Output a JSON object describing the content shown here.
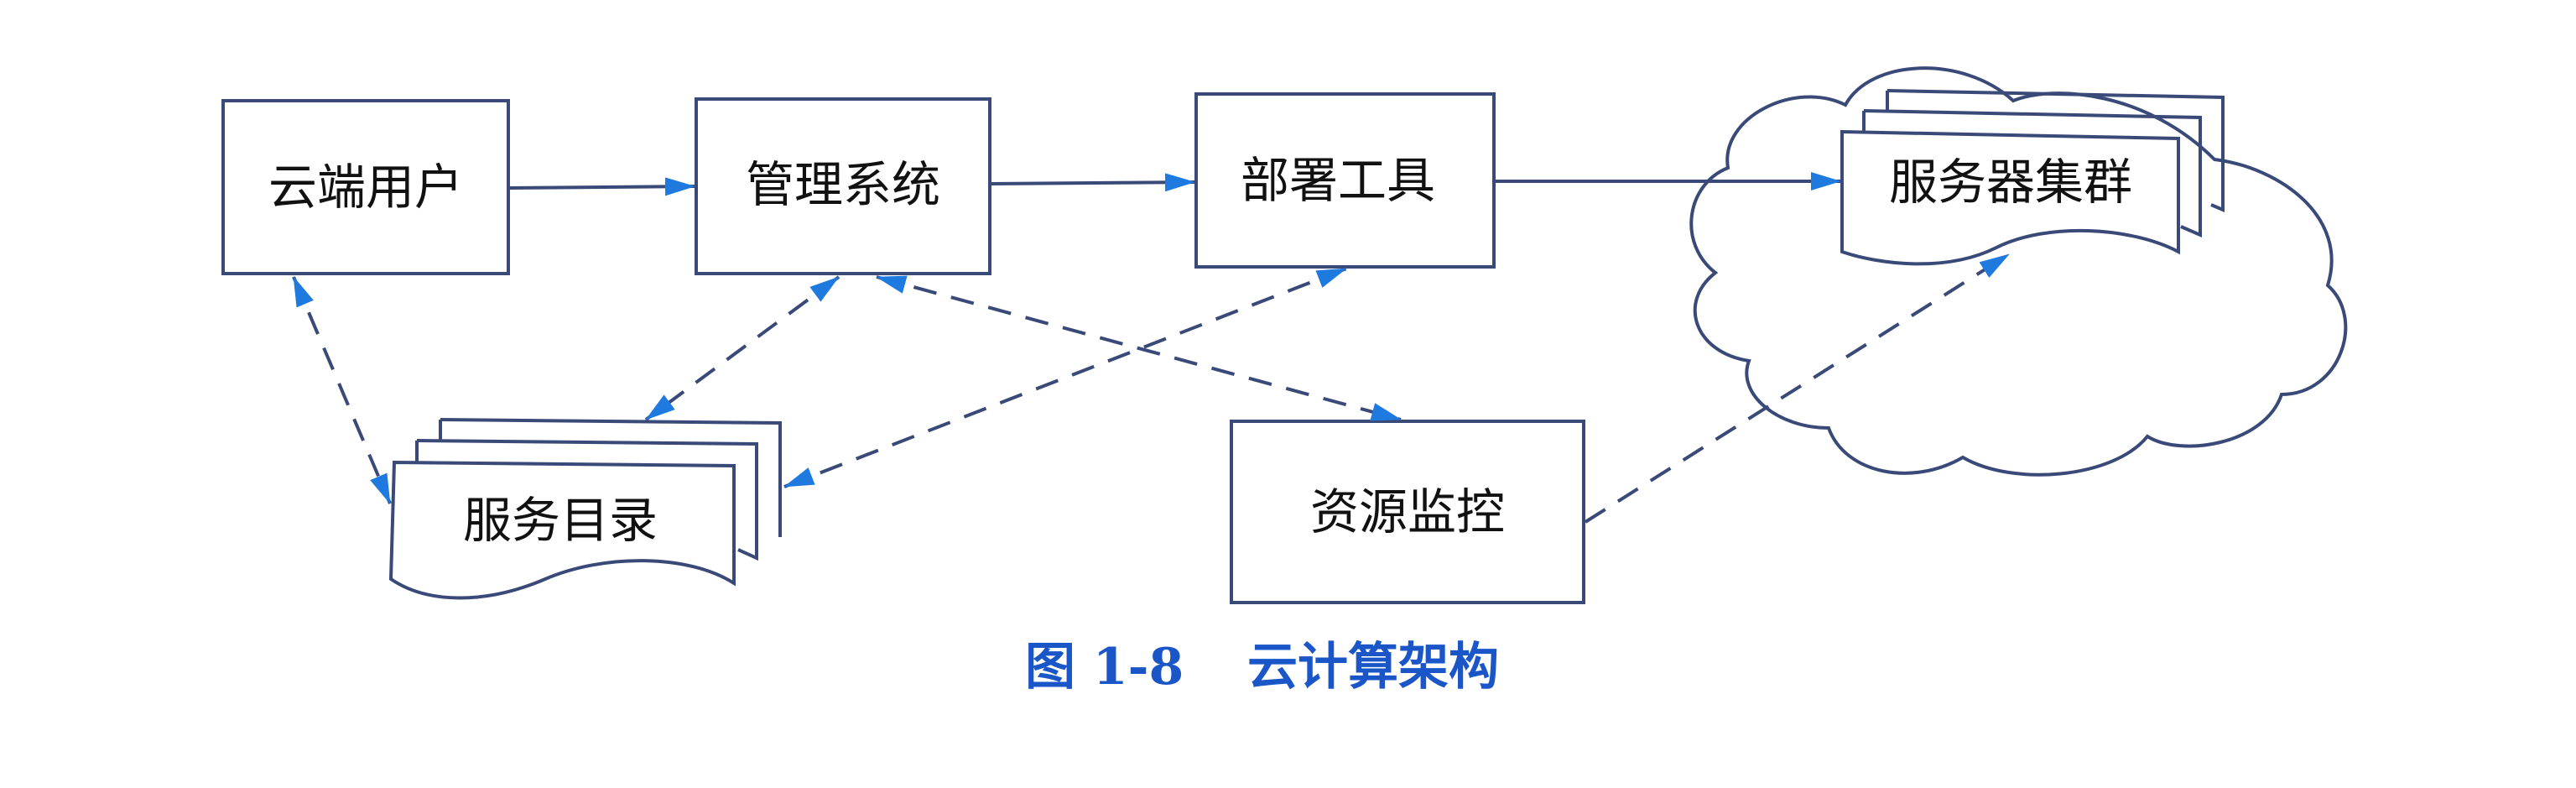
{
  "diagram": {
    "nodes": {
      "cloud_user": "云端用户",
      "management": "管理系统",
      "deploy_tool": "部署工具",
      "server_cluster": "服务器集群",
      "service_catalog": "服务目录",
      "resource_monitor": "资源监控"
    },
    "edges": [
      {
        "from": "云端用户",
        "to": "管理系统",
        "style": "solid"
      },
      {
        "from": "管理系统",
        "to": "部署工具",
        "style": "solid"
      },
      {
        "from": "部署工具",
        "to": "服务器集群",
        "style": "solid"
      },
      {
        "from": "云端用户",
        "to": "服务目录",
        "style": "dashed-bidirectional"
      },
      {
        "from": "管理系统",
        "to": "服务目录",
        "style": "dashed-bidirectional"
      },
      {
        "from": "服务目录",
        "to": "部署工具",
        "style": "dashed-bidirectional"
      },
      {
        "from": "管理系统",
        "to": "资源监控",
        "style": "dashed-bidirectional"
      },
      {
        "from": "资源监控",
        "to": "服务器集群",
        "style": "dashed"
      }
    ]
  },
  "caption": {
    "number": "图 1-8",
    "title": "云计算架构"
  },
  "colors": {
    "line": "#3a4a78",
    "arrow": "#1f7ae0",
    "caption": "#1a56c8"
  }
}
